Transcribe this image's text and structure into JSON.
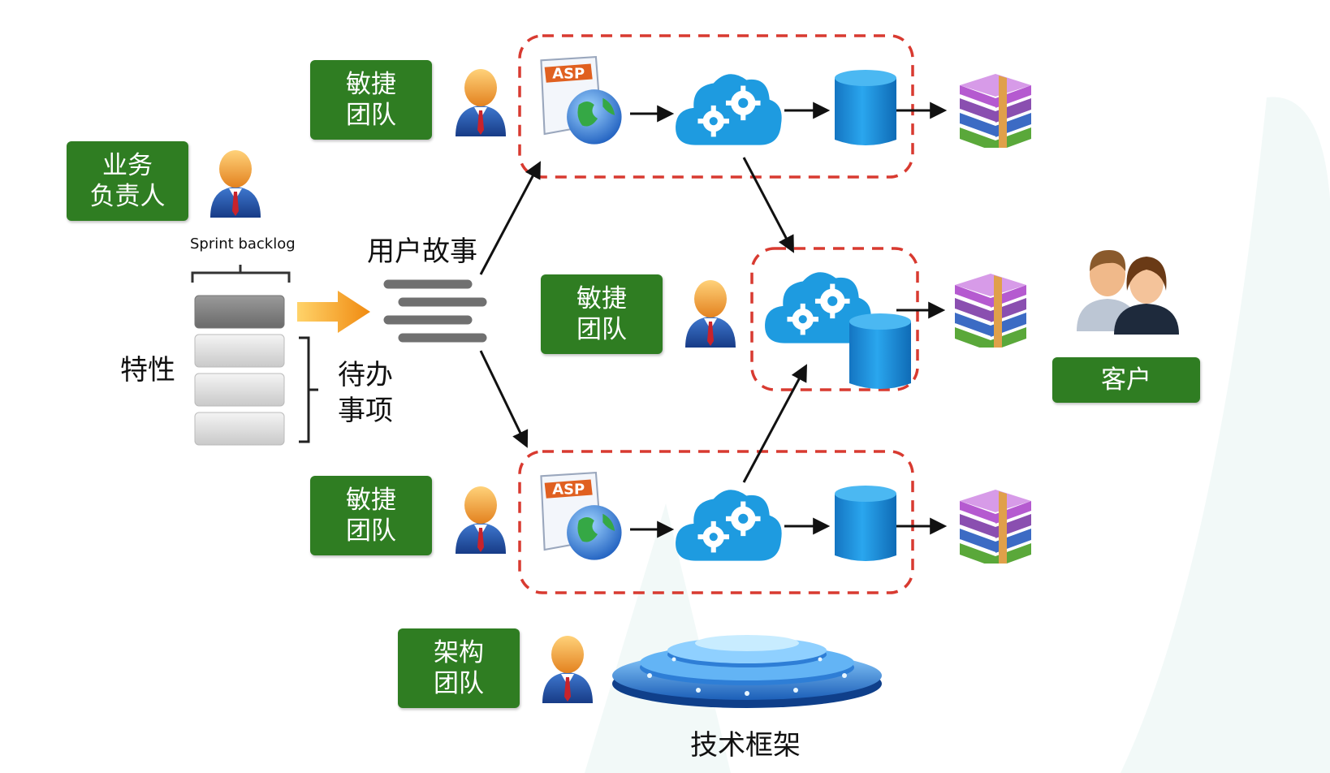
{
  "colors": {
    "team_box": "#2f7d22",
    "dashed_border": "#d83a30",
    "arrow_orange": "#f39a16",
    "cloud_blue": "#1e9be0",
    "cylinder_blue": "#1c8fd6",
    "person_head": "#f2a23a",
    "person_suit": "#1f4ea3"
  },
  "icons": {
    "person": "person-icon",
    "asp": "asp-document-globe-icon",
    "cloud": "cloud-gears-icon",
    "database": "database-cylinder-icon",
    "books": "books-archive-icon",
    "customers": "customers-icon",
    "framework": "tech-platform-icon"
  },
  "labels": {
    "business_owner": "业务\n负责人",
    "agile_team": "敏捷\n团队",
    "architecture_team": "架构\n团队",
    "sprint_backlog": "Sprint backlog",
    "features": "特性",
    "backlog_items": "待办\n事项",
    "user_stories": "用户故事",
    "customer": "客户",
    "tech_framework": "技术框架"
  }
}
